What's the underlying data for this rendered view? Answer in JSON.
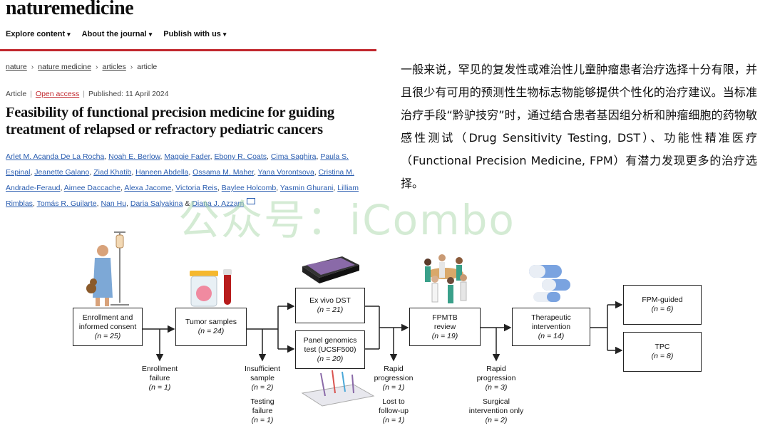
{
  "header": {
    "logo": "naturemedicine",
    "nav": [
      "Explore content",
      "About the journal",
      "Publish with us"
    ]
  },
  "breadcrumb": [
    "nature",
    "nature medicine",
    "articles",
    "article"
  ],
  "meta": {
    "type": "Article",
    "access": "Open access",
    "published": "Published: 11 April 2024"
  },
  "article_title": "Feasibility of functional precision medicine for guiding treatment of relapsed or refractory pediatric cancers",
  "authors": [
    "Arlet M. Acanda De La Rocha",
    "Noah E. Berlow",
    "Maggie Fader",
    "Ebony R. Coats",
    "Cima Saghira",
    "Paula S. Espinal",
    "Jeanette Galano",
    "Ziad Khatib",
    "Haneen Abdella",
    "Ossama M. Maher",
    "Yana Vorontsova",
    "Cristina M. Andrade-Feraud",
    "Aimee Daccache",
    "Alexa Jacome",
    "Victoria Reis",
    "Baylee Holcomb",
    "Yasmin Ghurani",
    "Lilliam Rimblas",
    "Tomás R. Guilarte",
    "Nan Hu",
    "Daria Salyakina"
  ],
  "last_author": "Diana J. Azzam",
  "amp": "&",
  "summary_zh": "一般来说，罕见的复发性或难治性儿童肿瘤患者治疗选择十分有限，并且很少有可用的预测性生物标志物能够提供个性化的治疗建议。当标准治疗手段“黔驴技穷”时，通过结合患者基因组分析和肿瘤细胞的药物敏感性测试（Drug Sensitivity Testing, DST）、功能性精准医疗（Functional Precision Medicine, FPM）有潜力发现更多的治疗选择。",
  "watermark": "公众号：iCombo",
  "flow": {
    "enroll": {
      "l1": "Enrollment and",
      "l2": "informed consent",
      "n": "(n = 25)"
    },
    "tumor": {
      "l1": "Tumor samples",
      "n": "(n = 24)"
    },
    "dst": {
      "l1": "Ex vivo DST",
      "n": "(n = 21)"
    },
    "genomics": {
      "l1": "Panel genomics",
      "l2": "test (UCSF500)",
      "n": "(n = 20)"
    },
    "fpmtb": {
      "l1": "FPMTB",
      "l2": "review",
      "n": "(n = 19)"
    },
    "thera": {
      "l1": "Therapeutic",
      "l2": "intervention",
      "n": "(n = 14)"
    },
    "guided": {
      "l1": "FPM-guided",
      "n": "(n = 6)"
    },
    "tpc": {
      "l1": "TPC",
      "n": "(n = 8)"
    },
    "ex1": {
      "l1": "Enrollment",
      "l2": "failure",
      "n": "(n = 1)"
    },
    "ex2": {
      "l1": "Insufficient",
      "l2": "sample",
      "n": "(n = 2)"
    },
    "ex3": {
      "l1": "Testing",
      "l2": "failure",
      "n": "(n = 1)"
    },
    "ex4": {
      "l1": "Rapid",
      "l2": "progression",
      "n": "(n = 1)"
    },
    "ex5": {
      "l1": "Lost to",
      "l2": "follow-up",
      "n": "(n = 1)"
    },
    "ex6": {
      "l1": "Rapid",
      "l2": "progression",
      "n": "(n = 3)"
    },
    "ex7": {
      "l1": "Surgical",
      "l2": "intervention only",
      "n": "(n = 2)"
    }
  }
}
